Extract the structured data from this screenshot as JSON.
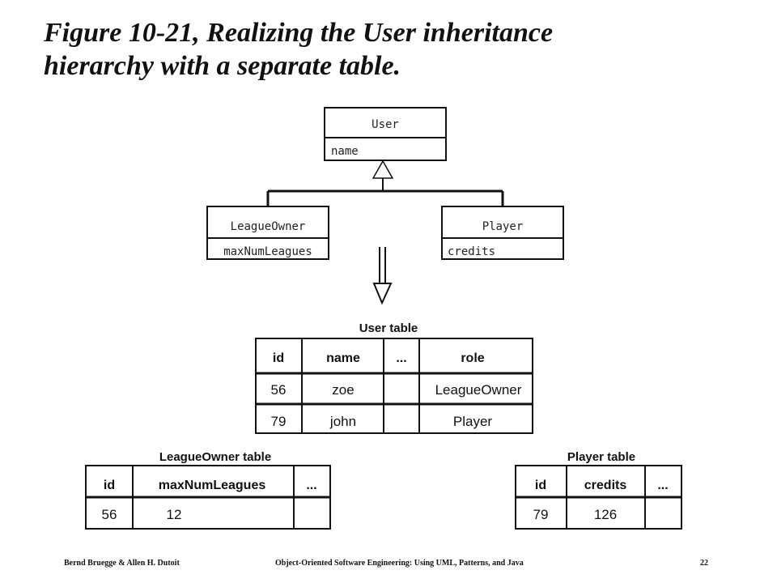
{
  "title": {
    "line1": "Figure 10-21, Realizing the User inheritance",
    "line2": "hierarchy with a separate table."
  },
  "uml": {
    "user": {
      "name": "User",
      "attribute": "name"
    },
    "league_owner": {
      "name": "LeagueOwner",
      "attribute": "maxNumLeagues"
    },
    "player": {
      "name": "Player",
      "attribute": "credits"
    }
  },
  "user_table": {
    "caption": "User table",
    "headers": [
      "id",
      "name",
      "...",
      "role"
    ],
    "rows": [
      [
        "56",
        "zoe",
        "",
        "LeagueOwner"
      ],
      [
        "79",
        "john",
        "",
        "Player"
      ]
    ]
  },
  "league_owner_table": {
    "caption": "LeagueOwner table",
    "headers": [
      "id",
      "maxNumLeagues",
      "..."
    ],
    "rows": [
      [
        "56",
        "12",
        ""
      ]
    ]
  },
  "player_table": {
    "caption": "Player table",
    "headers": [
      "id",
      "credits",
      "..."
    ],
    "rows": [
      [
        "79",
        "126",
        ""
      ]
    ]
  },
  "footer": {
    "authors": "Bernd Bruegge & Allen H. Dutoit",
    "book": "Object-Oriented Software Engineering: Using UML, Patterns, and Java",
    "page": "22"
  }
}
